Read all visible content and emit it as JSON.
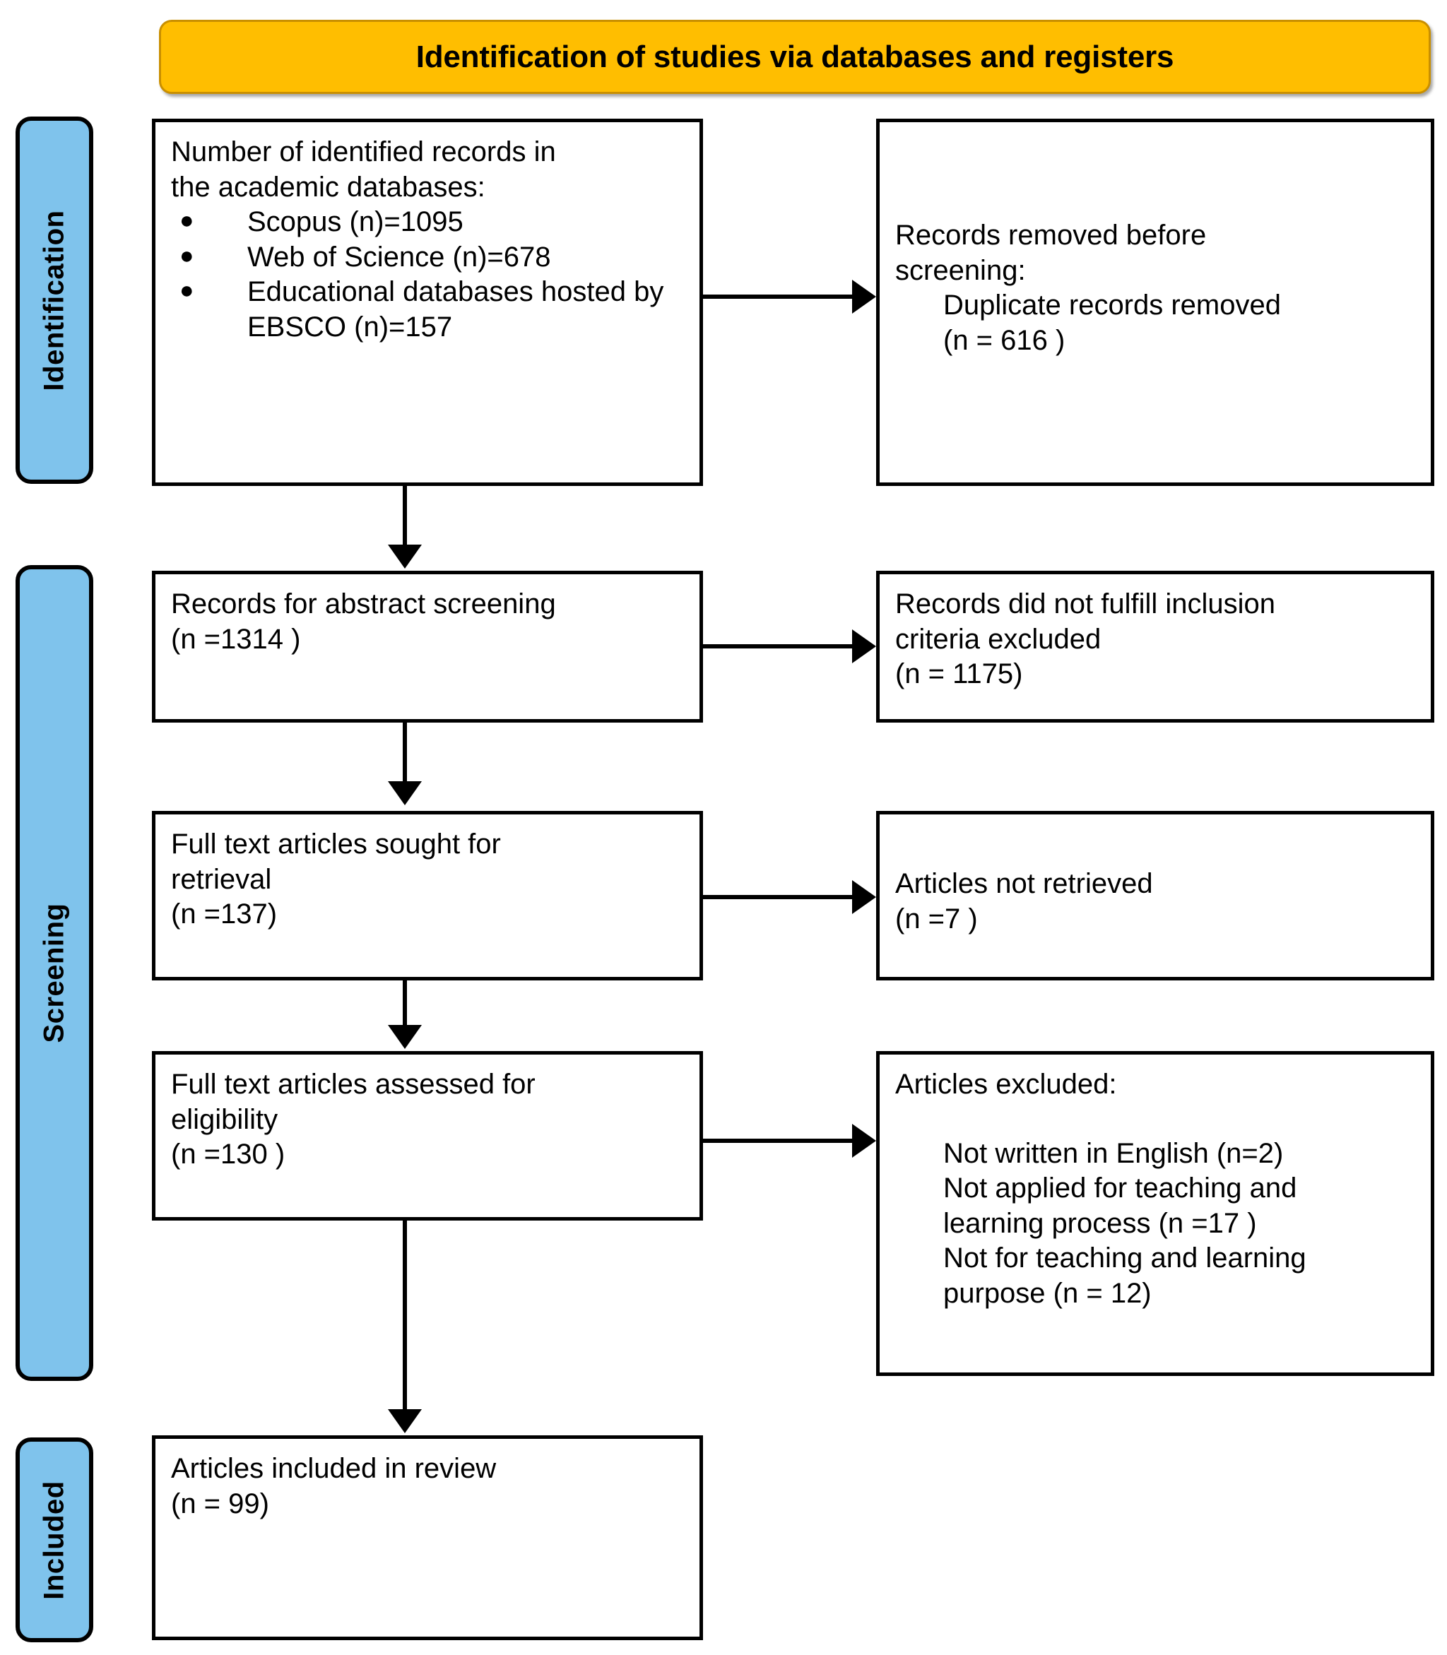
{
  "header": {
    "title": "Identification of studies via databases and registers",
    "background_color": "#FFBE00"
  },
  "stage_labels": {
    "identification": "Identification",
    "screening": "Screening",
    "included": "Included",
    "background_color": "#7FC3EC"
  },
  "boxes": {
    "identified": {
      "intro": "Number of identified records in\nthe academic databases:",
      "bullets": [
        "Scopus (n)=1095",
        "Web of Science (n)=678",
        "Educational databases\nhosted by EBSCO (n)=157"
      ]
    },
    "removed": {
      "line1_a": "Records removed ",
      "line1_italic": "before\nscreening",
      "line1_b": ":",
      "line2": "Duplicate records removed\n(n = 616 )"
    },
    "abstract": {
      "text": "Records for abstract screening\n(n =1314 )"
    },
    "not_fulfill": {
      "text": "Records did not fulfill inclusion\ncriteria excluded\n(n = 1175)"
    },
    "sought": {
      "text": "Full text articles sought for\nretrieval\n(n =137)"
    },
    "not_retrieved": {
      "text": "Articles not retrieved\n(n =7 )"
    },
    "eligibility": {
      "text": "Full text articles assessed for\neligibility\n(n =130 )"
    },
    "excluded": {
      "heading": "Articles excluded:",
      "reason1": "Not written in English (n=2)",
      "reason2": "Not applied for teaching and\nlearning process (n =17 )",
      "reason3": "Not for teaching and learning\npurpose (n = 12)"
    },
    "included": {
      "text": "Articles included in review\n(n = 99)"
    }
  },
  "chart_data": {
    "type": "diagram",
    "title": "Identification of studies via databases and registers",
    "stages": [
      "Identification",
      "Screening",
      "Included"
    ],
    "nodes": [
      {
        "id": "identified",
        "stage": "Identification",
        "label": "Number of identified records in the academic databases",
        "counts": {
          "Scopus": 1095,
          "Web of Science": 678,
          "Educational databases hosted by EBSCO": 157
        }
      },
      {
        "id": "removed",
        "stage": "Identification",
        "label": "Records removed before screening: Duplicate records removed",
        "n": 616
      },
      {
        "id": "abstract",
        "stage": "Screening",
        "label": "Records for abstract screening",
        "n": 1314
      },
      {
        "id": "not_fulfill",
        "stage": "Screening",
        "label": "Records did not fulfill inclusion criteria excluded",
        "n": 1175
      },
      {
        "id": "sought",
        "stage": "Screening",
        "label": "Full text articles sought for retrieval",
        "n": 137
      },
      {
        "id": "not_retrieved",
        "stage": "Screening",
        "label": "Articles not retrieved",
        "n": 7
      },
      {
        "id": "eligibility",
        "stage": "Screening",
        "label": "Full text articles assessed for eligibility",
        "n": 130
      },
      {
        "id": "excluded",
        "stage": "Screening",
        "label": "Articles excluded",
        "reasons": [
          {
            "label": "Not written in English",
            "n": 2
          },
          {
            "label": "Not applied for teaching and learning process",
            "n": 17
          },
          {
            "label": "Not for teaching and learning purpose",
            "n": 12
          }
        ]
      },
      {
        "id": "included",
        "stage": "Included",
        "label": "Articles included in review",
        "n": 99
      }
    ],
    "edges": [
      {
        "from": "identified",
        "to": "removed",
        "direction": "right"
      },
      {
        "from": "identified",
        "to": "abstract",
        "direction": "down"
      },
      {
        "from": "abstract",
        "to": "not_fulfill",
        "direction": "right"
      },
      {
        "from": "abstract",
        "to": "sought",
        "direction": "down"
      },
      {
        "from": "sought",
        "to": "not_retrieved",
        "direction": "right"
      },
      {
        "from": "sought",
        "to": "eligibility",
        "direction": "down"
      },
      {
        "from": "eligibility",
        "to": "excluded",
        "direction": "right"
      },
      {
        "from": "eligibility",
        "to": "included",
        "direction": "down"
      }
    ]
  }
}
